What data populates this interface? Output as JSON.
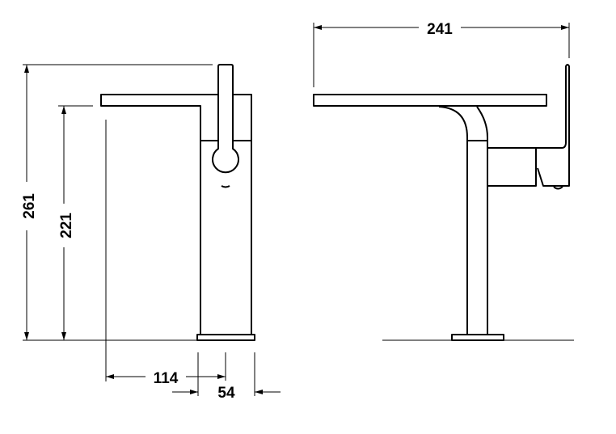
{
  "drawing": {
    "front_view": {
      "dimensions": {
        "total_height": "261",
        "spout_height": "221",
        "spout_reach": "114",
        "base_width": "54"
      }
    },
    "side_view": {
      "dimensions": {
        "total_depth": "241"
      }
    },
    "colors": {
      "line": "#000000",
      "background": "#ffffff"
    }
  }
}
